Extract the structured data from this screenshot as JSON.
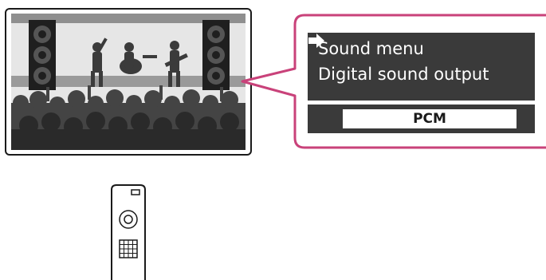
{
  "screen": {
    "scene": "concert-stage-with-band-and-crowd"
  },
  "osd": {
    "title": "Sound menu",
    "item": "Digital sound output",
    "value": "PCM",
    "selector_icon": "right-arrow-icon"
  },
  "remote": {
    "icon": "remote-control-icon"
  },
  "colors": {
    "callout_border": "#c9427a",
    "osd_background": "#3a3a3a",
    "osd_text": "#ffffff",
    "value_box": "#ffffff"
  }
}
